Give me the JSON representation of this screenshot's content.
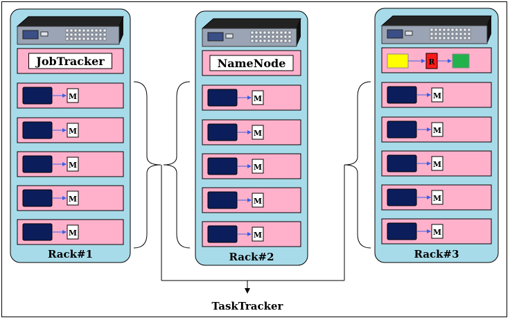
{
  "racks": [
    {
      "label": "Rack#1",
      "header_type": "label",
      "header_label": "JobTracker",
      "workers": [
        {
          "m": "M"
        },
        {
          "m": "M"
        },
        {
          "m": "M"
        },
        {
          "m": "M"
        },
        {
          "m": "M"
        }
      ]
    },
    {
      "label": "Rack#2",
      "header_type": "label",
      "header_label": "NameNode",
      "workers": [
        {
          "m": "M"
        },
        {
          "m": "M"
        },
        {
          "m": "M"
        },
        {
          "m": "M"
        },
        {
          "m": "M"
        }
      ]
    },
    {
      "label": "Rack#3",
      "header_type": "reducer",
      "reducer_label": "R",
      "workers": [
        {
          "m": "M"
        },
        {
          "m": "M"
        },
        {
          "m": "M"
        },
        {
          "m": "M"
        },
        {
          "m": "M"
        }
      ]
    }
  ],
  "tasktracker": {
    "label": "TaskTracker"
  },
  "colors": {
    "rack_bg": "#a8dbe9",
    "slot_bg": "#ffb1cc",
    "mapper_box": "#0b1e5b",
    "arrow": "#3b5fe3",
    "reducer_in": "#ffff00",
    "reducer": "#ff1a1a",
    "reducer_out": "#22b24c"
  }
}
